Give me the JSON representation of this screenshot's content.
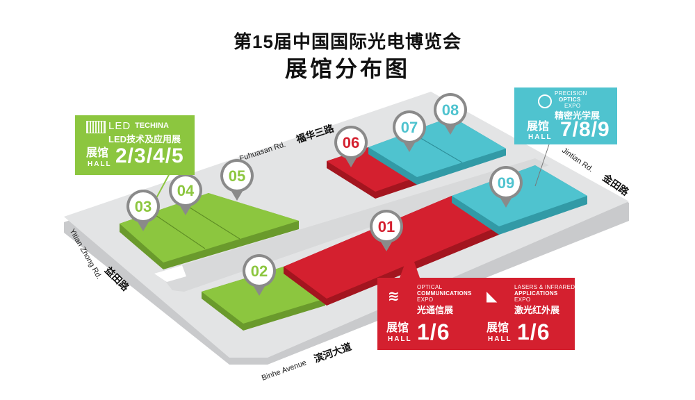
{
  "title": "第15届中国国际光电博览会",
  "subtitle": "展馆分布图",
  "roads": {
    "fuhuasan_en": "Fuhuasan Rd.",
    "fuhuasan_cn": "福华三路",
    "jintian_en": "Jintian Rd.",
    "jintian_cn": "金田路",
    "yitian_en": "Yitian Zhong Rd.",
    "yitian_cn": "益田路",
    "binhe_en": "Binhe Avenue",
    "binhe_cn": "滨河大道"
  },
  "halls": [
    {
      "id": "01",
      "color": "#d4202f"
    },
    {
      "id": "02",
      "color": "#8cc63f"
    },
    {
      "id": "03",
      "color": "#8cc63f"
    },
    {
      "id": "04",
      "color": "#8cc63f"
    },
    {
      "id": "05",
      "color": "#8cc63f"
    },
    {
      "id": "06",
      "color": "#d4202f"
    },
    {
      "id": "07",
      "color": "#4fc3cf"
    },
    {
      "id": "08",
      "color": "#4fc3cf"
    },
    {
      "id": "09",
      "color": "#4fc3cf"
    }
  ],
  "callouts": {
    "led": {
      "logo_led": "LED",
      "logo_techina": "TECHINA",
      "name_cn": "LED技术及应用展",
      "hall_cn": "展馆",
      "hall_en": "HALL",
      "hall_numbers": "2/3/4/5",
      "color": "#8cc63f"
    },
    "precision": {
      "line1": "PRECISION",
      "line2": "OPTICS",
      "line3": "EXPO",
      "name_cn": "精密光学展",
      "hall_cn": "展馆",
      "hall_en": "HALL",
      "hall_numbers": "7/8/9",
      "color": "#4fc3cf"
    },
    "optical": {
      "line1": "OPTICAL",
      "line2": "COMMUNICATIONS",
      "line3": "EXPO",
      "name_cn": "光通信展",
      "hall_cn": "展馆",
      "hall_en": "HALL",
      "hall_numbers": "1/6",
      "color": "#d4202f"
    },
    "lasers": {
      "line1": "LASERS & INFRARED",
      "line2": "APPLICATIONS",
      "line3": "EXPO",
      "name_cn": "激光红外展",
      "hall_cn": "展馆",
      "hall_en": "HALL",
      "hall_numbers": "1/6"
    }
  }
}
